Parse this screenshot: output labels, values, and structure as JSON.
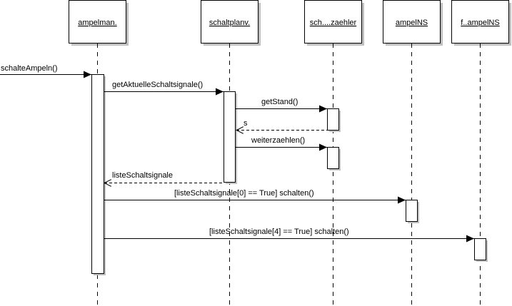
{
  "diagram": {
    "type": "uml-sequence",
    "lifelines": [
      {
        "id": "ampelman",
        "label": "ampelman."
      },
      {
        "id": "schaltplanv",
        "label": "schaltplanv."
      },
      {
        "id": "zaehler",
        "label": "sch....zaehler"
      },
      {
        "id": "ampelNS",
        "label": "ampelNS"
      },
      {
        "id": "fampelNS",
        "label": "f..ampelNS"
      }
    ],
    "messages": [
      {
        "id": "m0",
        "from": "external",
        "to": "ampelman",
        "kind": "sync",
        "label": "schalteAmpeln()"
      },
      {
        "id": "m1",
        "from": "ampelman",
        "to": "schaltplanv",
        "kind": "sync",
        "label": "getAktuelleSchaltsignale()"
      },
      {
        "id": "m2",
        "from": "schaltplanv",
        "to": "zaehler",
        "kind": "sync",
        "label": "getStand()"
      },
      {
        "id": "m3",
        "from": "zaehler",
        "to": "schaltplanv",
        "kind": "return",
        "label": "s"
      },
      {
        "id": "m4",
        "from": "schaltplanv",
        "to": "zaehler",
        "kind": "sync",
        "label": "weiterzaehlen()"
      },
      {
        "id": "m5",
        "from": "schaltplanv",
        "to": "ampelman",
        "kind": "return",
        "label": "listeSchaltsignale"
      },
      {
        "id": "m6",
        "from": "ampelman",
        "to": "ampelNS",
        "kind": "sync",
        "label": "[listeSchaltsignale[0] == True]  schalten()"
      },
      {
        "id": "m7",
        "from": "ampelman",
        "to": "fampelNS",
        "kind": "sync",
        "label": "[listeSchaltsignale[4] == True]  schalten()"
      }
    ]
  }
}
